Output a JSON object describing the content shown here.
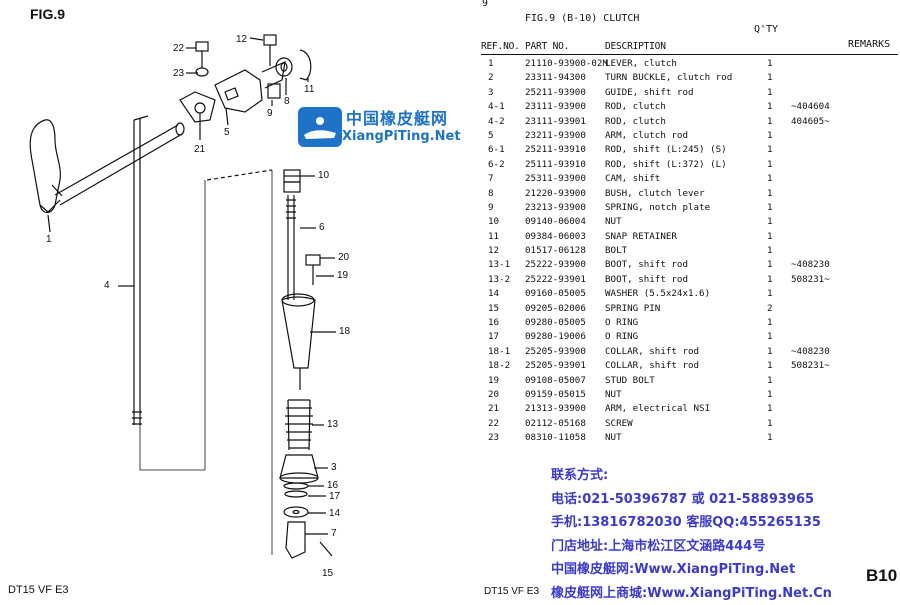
{
  "figure": {
    "title": "FIG.9",
    "footer": "DT15 VF E3",
    "callouts": [
      "22",
      "12",
      "23",
      "9",
      "8",
      "11",
      "5",
      "21",
      "1",
      "10",
      "6",
      "4",
      "20",
      "19",
      "18",
      "13",
      "3",
      "16",
      "17",
      "14",
      "7",
      "15"
    ]
  },
  "watermark": {
    "cn": "中国橡皮艇网",
    "en": "XiangPiTing.Net"
  },
  "parts_list": {
    "page_number": "9",
    "title": "FIG.9  (B-10) CLUTCH",
    "qty_header": "Q'TY",
    "headers": {
      "ref": "REF.NO.",
      "part": "PART NO.",
      "desc": "DESCRIPTION",
      "remarks": "REMARKS"
    },
    "rows": [
      {
        "ref": "1",
        "part": "21110-93900-02M",
        "desc": "LEVER, clutch",
        "qty": "1",
        "remarks": ""
      },
      {
        "ref": "2",
        "part": "23311-94300",
        "desc": "TURN BUCKLE, clutch rod",
        "qty": "1",
        "remarks": ""
      },
      {
        "ref": "3",
        "part": "25211-93900",
        "desc": "GUIDE, shift rod",
        "qty": "1",
        "remarks": ""
      },
      {
        "ref": "4-1",
        "part": "23111-93900",
        "desc": "ROD, clutch",
        "qty": "1",
        "remarks": "~404604"
      },
      {
        "ref": "4-2",
        "part": "23111-93901",
        "desc": "ROD, clutch",
        "qty": "1",
        "remarks": "404605~"
      },
      {
        "ref": "5",
        "part": "23211-93900",
        "desc": "ARM, clutch rod",
        "qty": "1",
        "remarks": ""
      },
      {
        "ref": "6-1",
        "part": "25211-93910",
        "desc": "ROD, shift (L:245) (S)",
        "qty": "1",
        "remarks": ""
      },
      {
        "ref": "6-2",
        "part": "25111-93910",
        "desc": "ROD, shift (L:372) (L)",
        "qty": "1",
        "remarks": ""
      },
      {
        "ref": "7",
        "part": "25311-93900",
        "desc": "CAM, shift",
        "qty": "1",
        "remarks": ""
      },
      {
        "ref": "8",
        "part": "21220-93900",
        "desc": "BUSH, clutch lever",
        "qty": "1",
        "remarks": ""
      },
      {
        "ref": "9",
        "part": "23213-93900",
        "desc": "SPRING, notch plate",
        "qty": "1",
        "remarks": ""
      },
      {
        "ref": "10",
        "part": "09140-06004",
        "desc": "NUT",
        "qty": "1",
        "remarks": ""
      },
      {
        "ref": "11",
        "part": "09384-06003",
        "desc": "SNAP RETAINER",
        "qty": "1",
        "remarks": ""
      },
      {
        "ref": "12",
        "part": "01517-06128",
        "desc": "BOLT",
        "qty": "1",
        "remarks": ""
      },
      {
        "ref": "13-1",
        "part": "25222-93900",
        "desc": "BOOT, shift rod",
        "qty": "1",
        "remarks": "~408230"
      },
      {
        "ref": "13-2",
        "part": "25222-93901",
        "desc": "BOOT, shift rod",
        "qty": "1",
        "remarks": "508231~"
      },
      {
        "ref": "14",
        "part": "09160-05005",
        "desc": "WASHER (5.5x24x1.6)",
        "qty": "1",
        "remarks": ""
      },
      {
        "ref": "15",
        "part": "09205-02006",
        "desc": "SPRING PIN",
        "qty": "2",
        "remarks": ""
      },
      {
        "ref": "16",
        "part": "09280-05005",
        "desc": "O RING",
        "qty": "1",
        "remarks": ""
      },
      {
        "ref": "17",
        "part": "09280-19006",
        "desc": "O RING",
        "qty": "1",
        "remarks": ""
      },
      {
        "ref": "18-1",
        "part": "25205-93900",
        "desc": "COLLAR, shift rod",
        "qty": "1",
        "remarks": "~408230"
      },
      {
        "ref": "18-2",
        "part": "25205-93901",
        "desc": "COLLAR, shift rod",
        "qty": "1",
        "remarks": "508231~"
      },
      {
        "ref": "19",
        "part": "09108-05007",
        "desc": "STUD BOLT",
        "qty": "1",
        "remarks": ""
      },
      {
        "ref": "20",
        "part": "09159-05015",
        "desc": "NUT",
        "qty": "1",
        "remarks": ""
      },
      {
        "ref": "21",
        "part": "21313-93900",
        "desc": "ARM, electrical NSI",
        "qty": "1",
        "remarks": ""
      },
      {
        "ref": "22",
        "part": "02112-05168",
        "desc": "SCREW",
        "qty": "1",
        "remarks": ""
      },
      {
        "ref": "23",
        "part": "08310-11058",
        "desc": "NUT",
        "qty": "1",
        "remarks": ""
      }
    ],
    "section_label": "B10",
    "footer": "DT15 VF E3"
  },
  "contact": {
    "heading": "联系方式:",
    "phone": "电话:021-50396787 或 021-58893965",
    "mobile": "手机:13816782030 客服QQ:455265135",
    "address": "门店地址:上海市松江区文涵路444号",
    "site": "中国橡皮艇网:Www.XiangPiTing.Net",
    "shop": "橡皮艇网上商城:Www.XiangPiTing.Net.Cn"
  }
}
